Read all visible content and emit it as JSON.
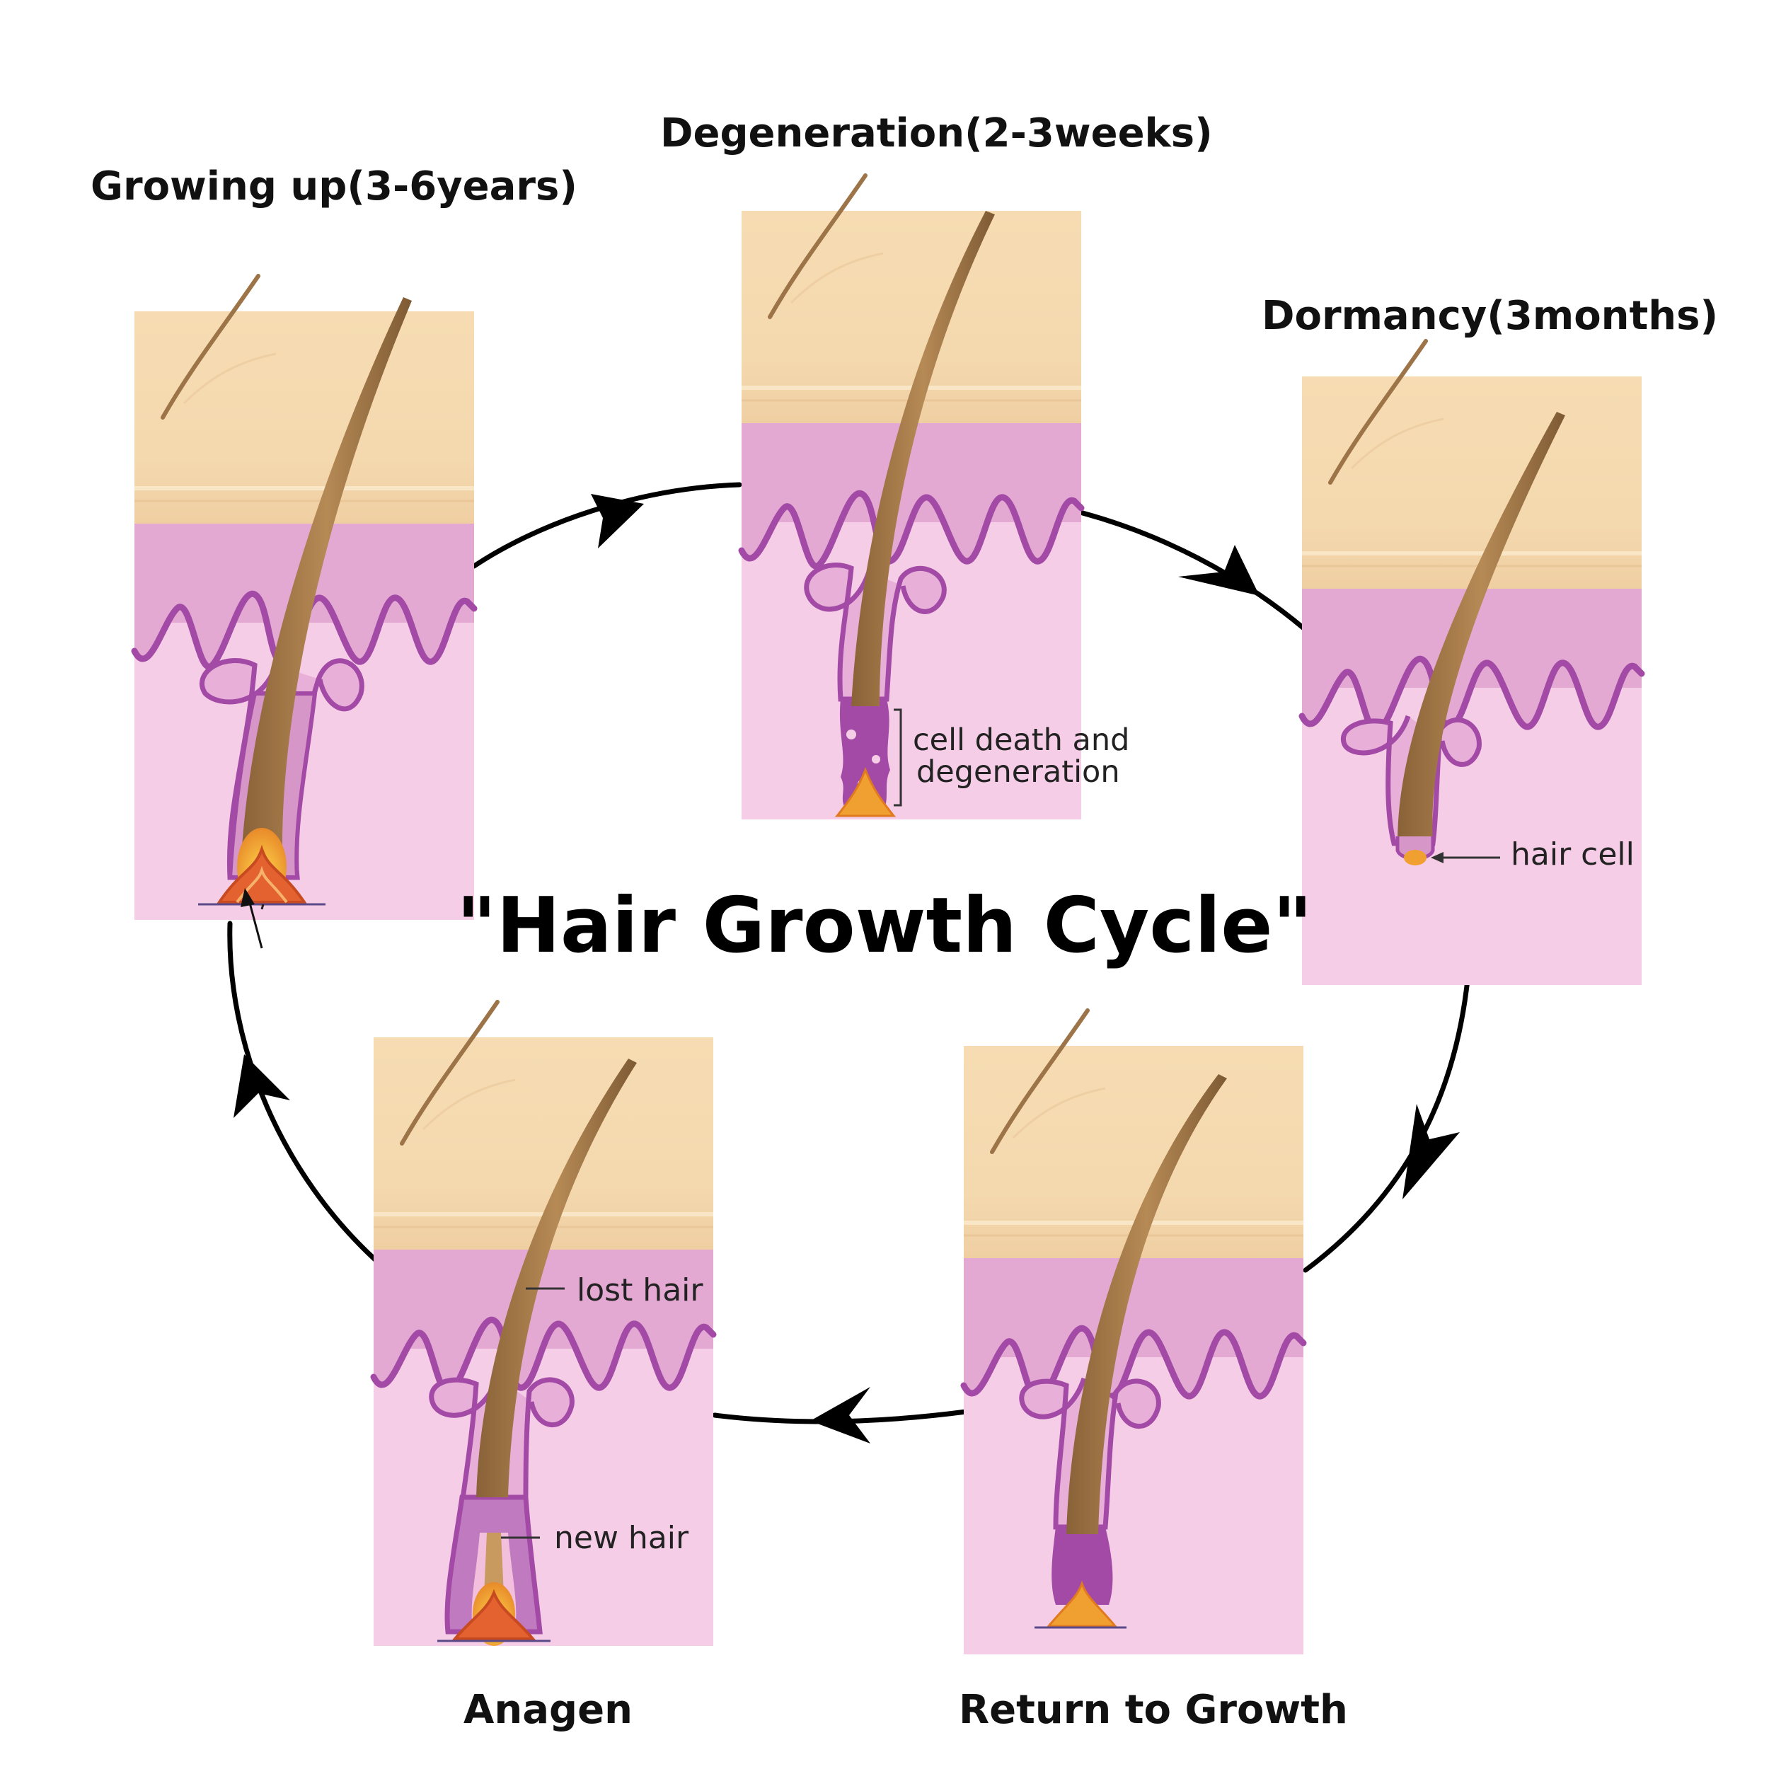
{
  "title": "\"Hair Growth Cycle\"",
  "stages": {
    "growing": {
      "label": "Growing up(3-6years)"
    },
    "degeneration": {
      "label": "Degeneration(2-3weeks)",
      "annotation_line1": "cell death and",
      "annotation_line2": "degeneration"
    },
    "dormancy": {
      "label": "Dormancy(3months)",
      "annotation": "hair cell"
    },
    "return": {
      "label": "Return to Growth"
    },
    "anagen": {
      "label": "Anagen",
      "annotation_lost": "lost hair",
      "annotation_new": "new hair"
    }
  },
  "colors": {
    "epidermis": "#f5dcb4",
    "dermis_dark": "#e3a9d2",
    "dermis_light": "#f6cde6",
    "follicle": "#a24aa6",
    "hair": "#a67c4e",
    "bulb": "#f0a030",
    "arrow": "#000000"
  }
}
